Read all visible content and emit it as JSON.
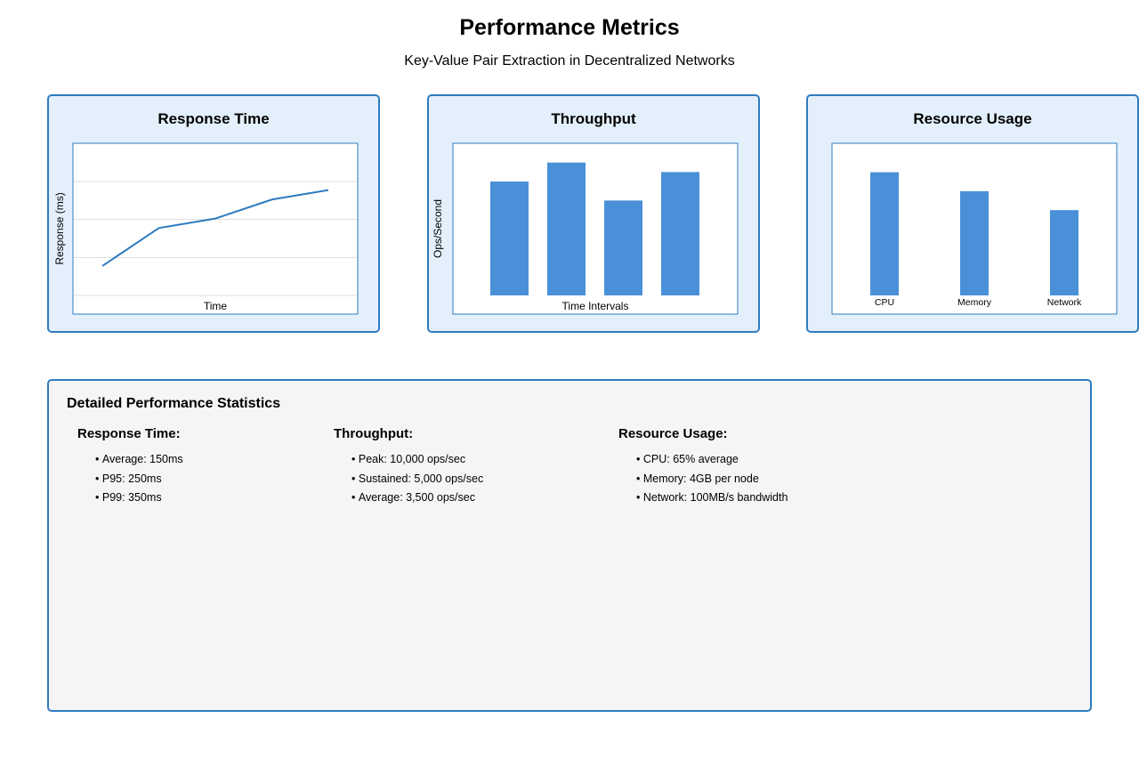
{
  "header": {
    "title": "Performance Metrics",
    "subtitle": "Key-Value Pair Extraction in Decentralized Networks"
  },
  "colors": {
    "accent": "#2f7bbf",
    "bar": "#4a90d9",
    "card_bg": "#e3f0fc",
    "panel_bg": "#f5f5f5"
  },
  "chart_data": [
    {
      "type": "line",
      "title": "Response Time",
      "xlabel": "Time",
      "ylabel": "Response (ms)",
      "x": [
        1,
        2,
        3,
        4,
        5
      ],
      "series": [
        {
          "values": [
            1,
            3,
            3.5,
            4.5,
            5
          ]
        }
      ],
      "ylim": [
        0,
        8
      ],
      "grid": true
    },
    {
      "type": "bar",
      "title": "Throughput",
      "xlabel": "Time Intervals",
      "ylabel": "Ops/Second",
      "categories": [
        "",
        "",
        "",
        ""
      ],
      "values": [
        6,
        7,
        5,
        6.5
      ],
      "ylim": [
        0,
        7.5
      ],
      "grid": false
    },
    {
      "type": "bar",
      "title": "Resource Usage",
      "xlabel": "",
      "ylabel": "",
      "categories": [
        "CPU",
        "Memory",
        "Network"
      ],
      "values": [
        65,
        55,
        45
      ],
      "ylim": [
        0,
        65
      ],
      "grid": false
    }
  ],
  "stats": {
    "title": "Detailed Performance Statistics",
    "columns": [
      {
        "title": "Response Time:",
        "items": [
          "Average: 150ms",
          "P95: 250ms",
          "P99: 350ms"
        ]
      },
      {
        "title": "Throughput:",
        "items": [
          "Peak: 10,000 ops/sec",
          "Sustained: 5,000 ops/sec",
          "Average: 3,500 ops/sec"
        ]
      },
      {
        "title": "Resource Usage:",
        "items": [
          "CPU: 65% average",
          "Memory: 4GB per node",
          "Network: 100MB/s bandwidth"
        ]
      }
    ]
  }
}
